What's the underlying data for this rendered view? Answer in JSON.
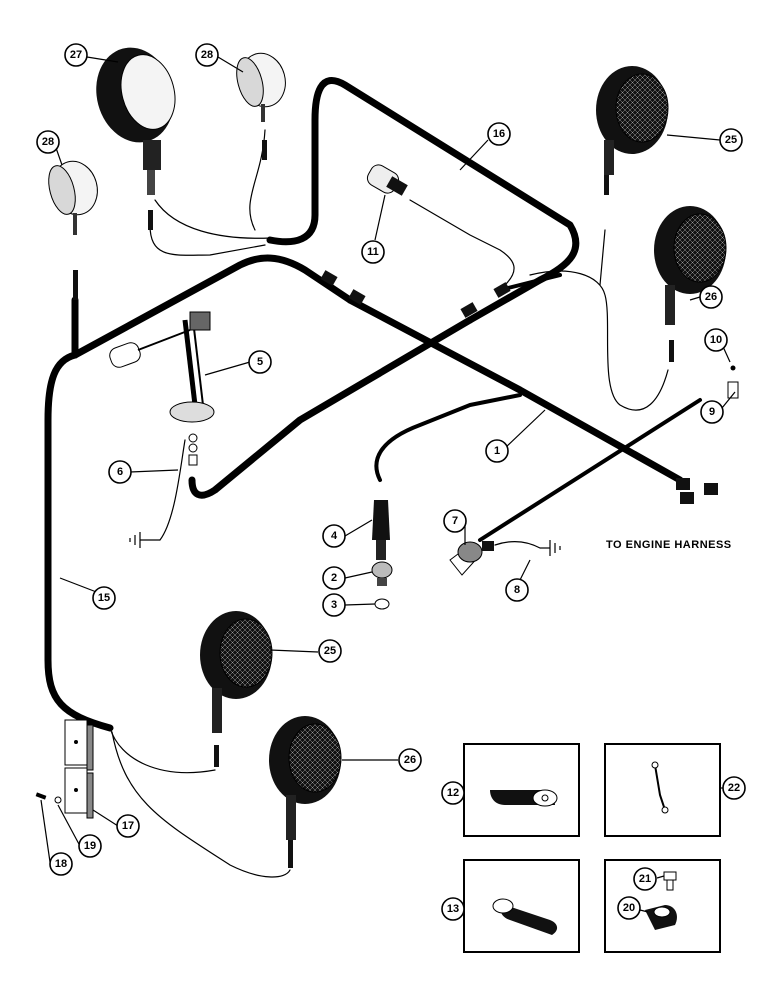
{
  "diagram": {
    "caption_engine_harness": "TO ENGINE HARNESS",
    "callouts": {
      "c1": "1",
      "c2": "2",
      "c3": "3",
      "c4": "4",
      "c5": "5",
      "c6": "6",
      "c7": "7",
      "c8": "8",
      "c9": "9",
      "c10": "10",
      "c11": "11",
      "c12": "12",
      "c13": "13",
      "c15": "15",
      "c16": "16",
      "c17": "17",
      "c18": "18",
      "c19": "19",
      "c20": "20",
      "c21": "21",
      "c22": "22",
      "c25a": "25",
      "c25b": "25",
      "c26a": "26",
      "c26b": "26",
      "c27": "27",
      "c28a": "28",
      "c28b": "28"
    }
  }
}
